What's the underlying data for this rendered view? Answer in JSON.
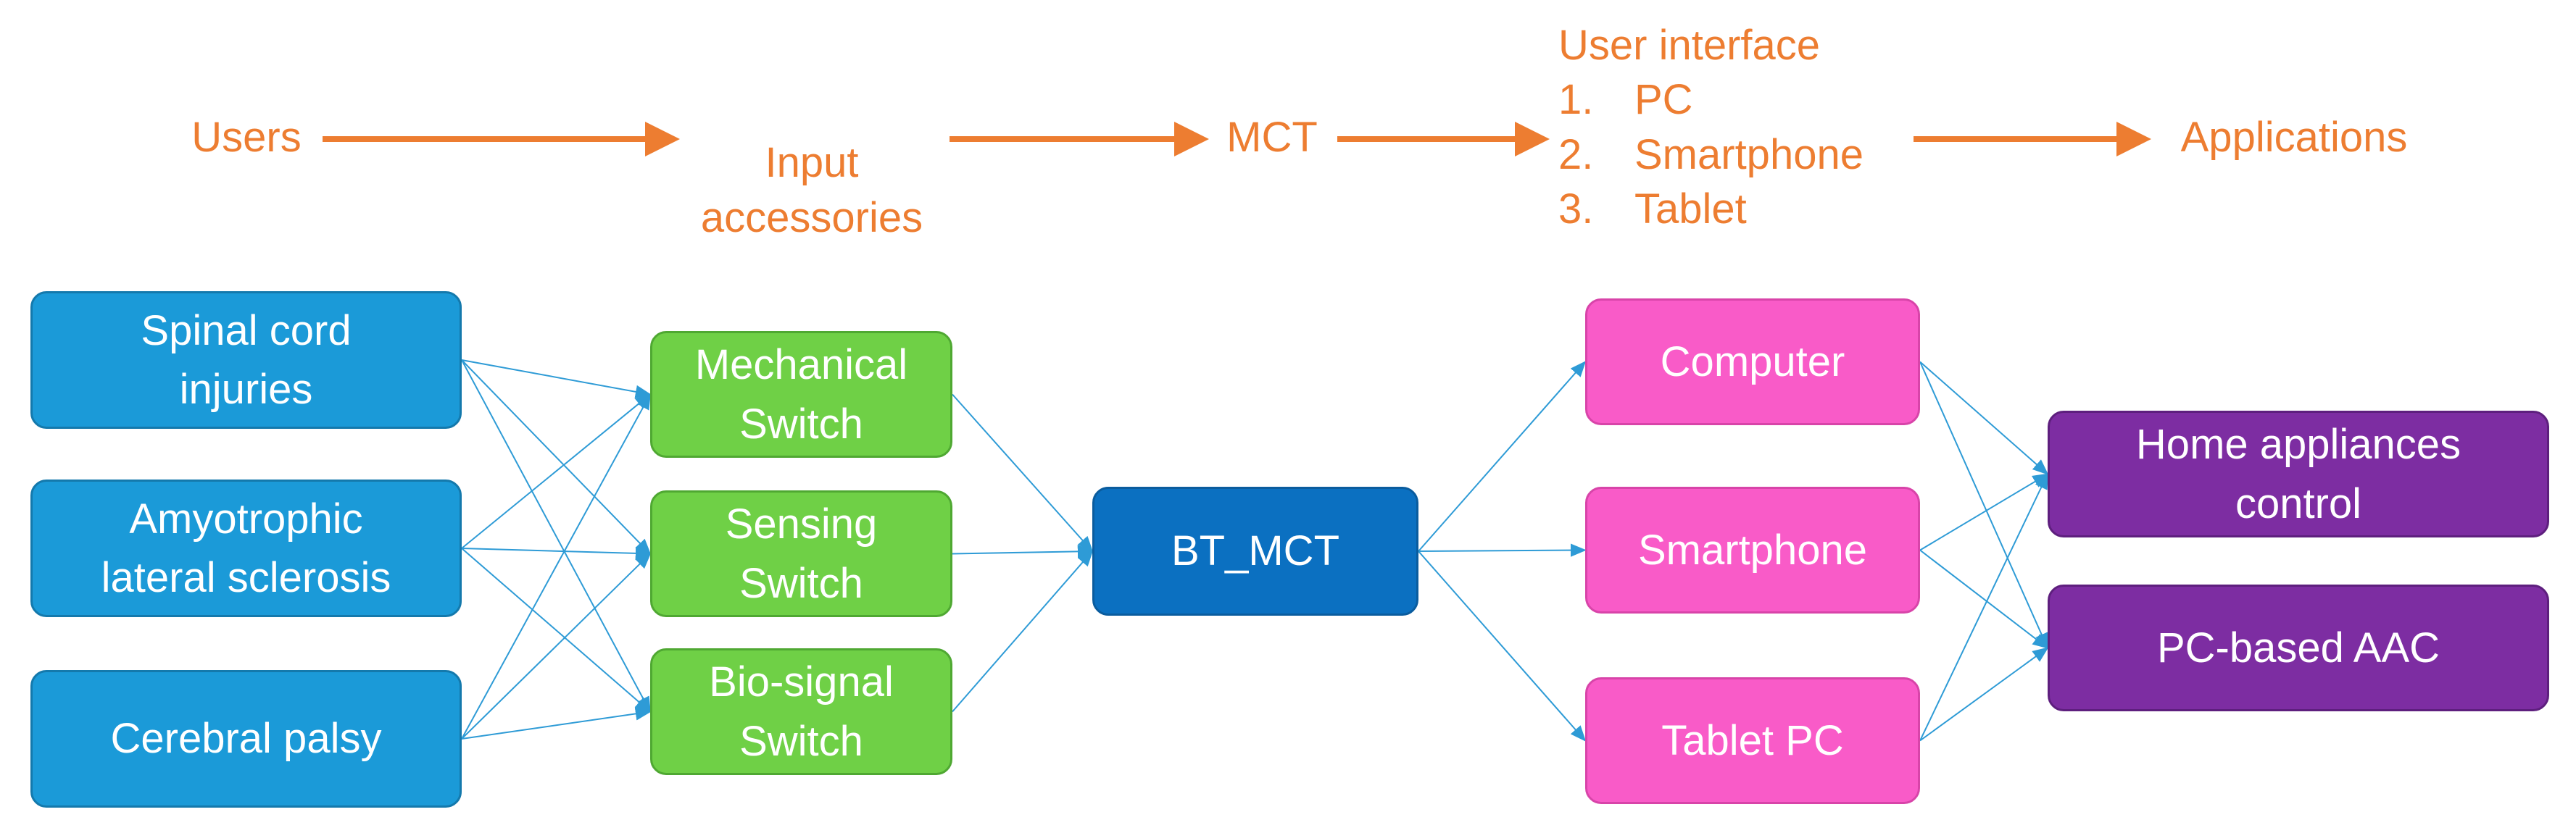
{
  "colors": {
    "stage_text": "#ED7D31",
    "stage_arrow": "#ED7D31",
    "connector": "#2E9BD6",
    "users_fill": "#1B9AD8",
    "input_fill": "#6FD046",
    "mct_fill": "#0B70C1",
    "ui_fill": "#F95BC8",
    "app_fill": "#7D2DA2"
  },
  "stages": {
    "users": "Users",
    "input": "Input\naccessories",
    "mct": "MCT",
    "ui_title": "User interface",
    "ui_items": [
      {
        "num": "1.",
        "label": "PC"
      },
      {
        "num": "2.",
        "label": "Smartphone"
      },
      {
        "num": "3.",
        "label": "Tablet"
      }
    ],
    "applications": "Applications"
  },
  "nodes": {
    "users": [
      {
        "id": "spinal",
        "label": "Spinal cord\ninjuries"
      },
      {
        "id": "als",
        "label": "Amyotrophic\nlateral sclerosis"
      },
      {
        "id": "cp",
        "label": "Cerebral palsy"
      }
    ],
    "inputs": [
      {
        "id": "mech",
        "label": "Mechanical\nSwitch"
      },
      {
        "id": "sens",
        "label": "Sensing\nSwitch"
      },
      {
        "id": "bio",
        "label": "Bio-signal\nSwitch"
      }
    ],
    "mct": {
      "id": "btmct",
      "label": "BT_MCT"
    },
    "interfaces": [
      {
        "id": "computer",
        "label": "Computer"
      },
      {
        "id": "smartphone",
        "label": "Smartphone"
      },
      {
        "id": "tablet",
        "label": "Tablet PC"
      }
    ],
    "applications": [
      {
        "id": "home",
        "label": "Home appliances\ncontrol"
      },
      {
        "id": "aac",
        "label": "PC-based AAC"
      }
    ]
  },
  "connections": [
    [
      "spinal",
      "mech"
    ],
    [
      "spinal",
      "sens"
    ],
    [
      "spinal",
      "bio"
    ],
    [
      "als",
      "mech"
    ],
    [
      "als",
      "sens"
    ],
    [
      "als",
      "bio"
    ],
    [
      "cp",
      "mech"
    ],
    [
      "cp",
      "sens"
    ],
    [
      "cp",
      "bio"
    ],
    [
      "mech",
      "btmct"
    ],
    [
      "sens",
      "btmct"
    ],
    [
      "bio",
      "btmct"
    ],
    [
      "btmct",
      "computer"
    ],
    [
      "btmct",
      "smartphone"
    ],
    [
      "btmct",
      "tablet"
    ],
    [
      "computer",
      "home"
    ],
    [
      "computer",
      "aac"
    ],
    [
      "smartphone",
      "home"
    ],
    [
      "smartphone",
      "aac"
    ],
    [
      "tablet",
      "home"
    ],
    [
      "tablet",
      "aac"
    ]
  ]
}
